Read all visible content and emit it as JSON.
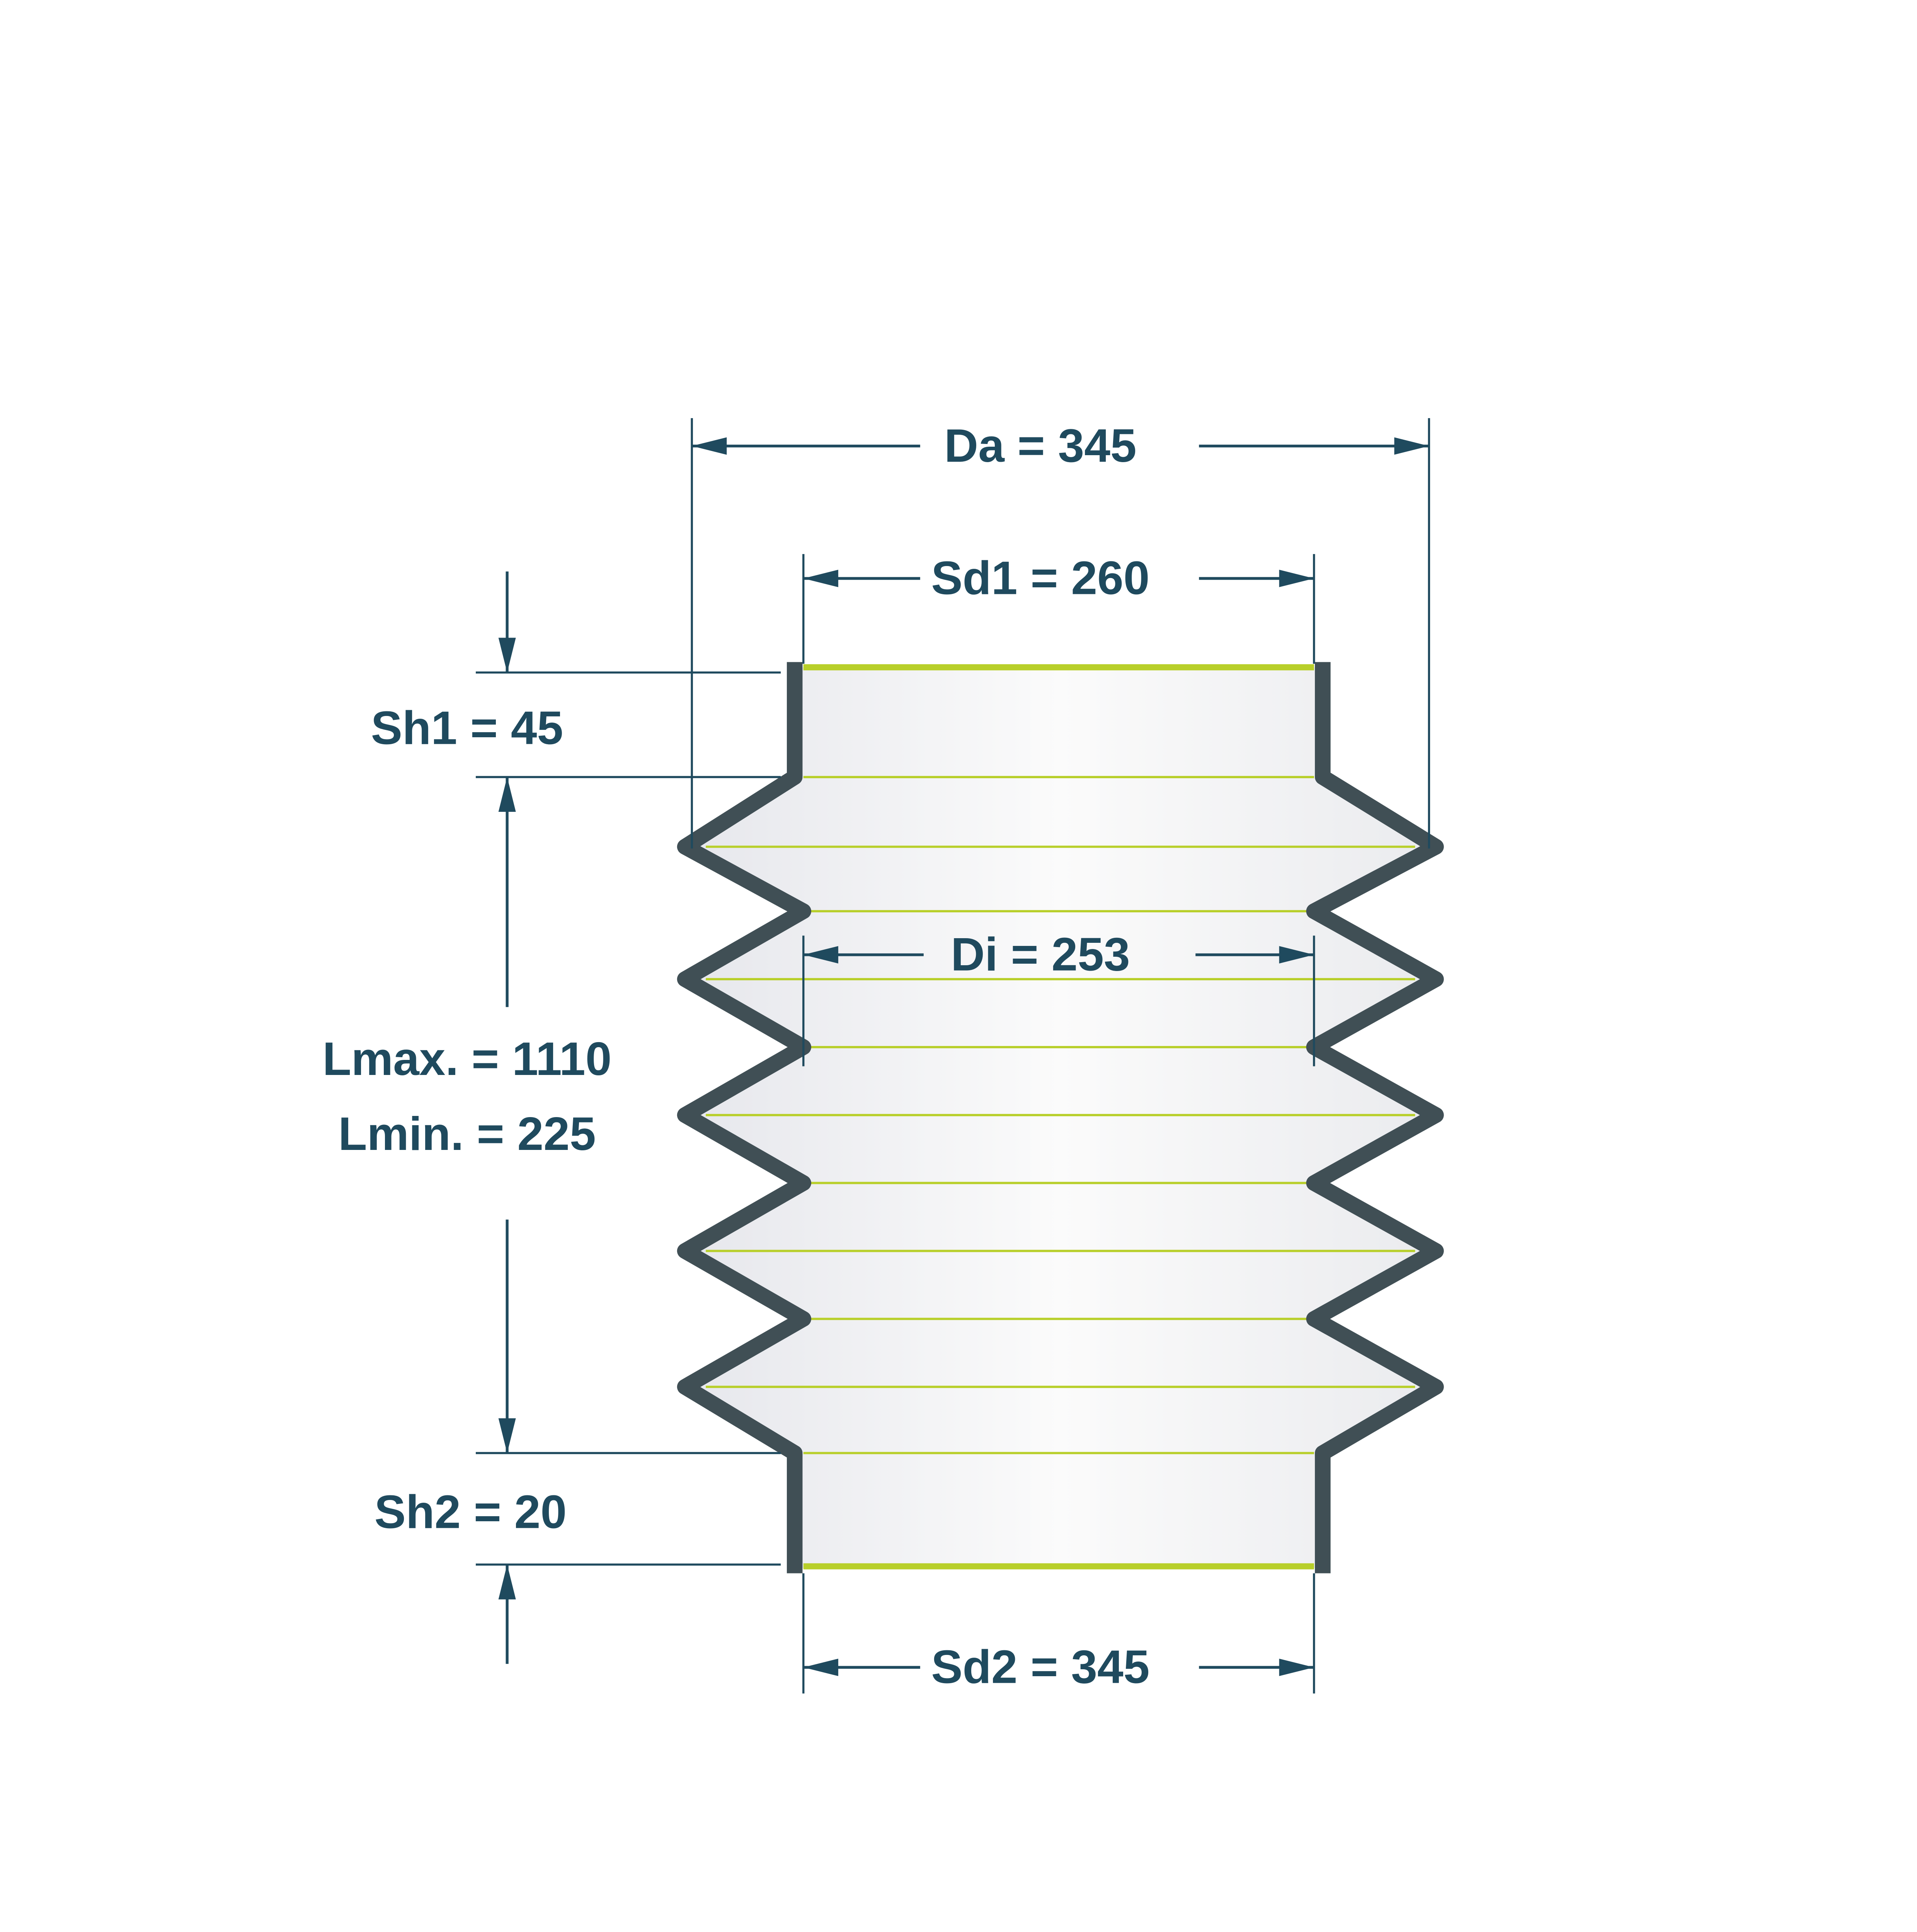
{
  "diagram": {
    "title": "Bellows dimension drawing",
    "labels": {
      "da": "Da = 345",
      "sd1": "Sd1 = 260",
      "di": "Di = 253",
      "sh1": "Sh1 = 45",
      "lmax": "Lmax. = 1110",
      "lmin": "Lmin. = 225",
      "sh2": "Sh2 = 20",
      "sd2": "Sd2 = 345"
    },
    "colors": {
      "text": "#1f4a5e",
      "outline": "#404f55",
      "fold_lines": "#b8cf2a",
      "body": "#f1f2f4"
    },
    "fold_count": 5
  }
}
